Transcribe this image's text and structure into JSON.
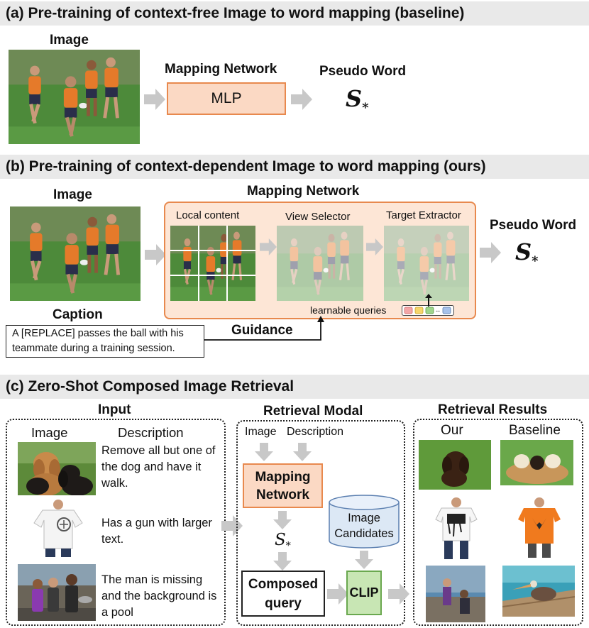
{
  "section_a": {
    "title": "(a) Pre-training of context-free Image to word mapping (baseline)",
    "image_label": "Image",
    "mapping_label": "Mapping Network",
    "mlp_label": "MLP",
    "pseudo_label": "Pseudo Word",
    "pseudo_symbol": "S",
    "pseudo_sub": "*"
  },
  "section_b": {
    "title": "(b) Pre-training of context-dependent Image to word mapping (ours)",
    "image_label": "Image",
    "mapping_label": "Mapping Network",
    "local_label": "Local content",
    "view_label": "View Selector",
    "target_label": "Target Extractor",
    "queries_label": "learnable queries",
    "caption_label": "Caption",
    "caption_text": "A [REPLACE] passes the ball with his teammate during a training session.",
    "guidance_label": "Guidance",
    "pseudo_label": "Pseudo Word",
    "pseudo_symbol": "S",
    "pseudo_sub": "*"
  },
  "section_c": {
    "title": "(c) Zero-Shot Composed Image Retrieval",
    "input_label": "Input",
    "input_image_col": "Image",
    "input_desc_col": "Description",
    "descriptions": [
      "Remove all but one of the dog and have it walk.",
      "Has a gun with larger text.",
      "The man is missing and the background is a pool"
    ],
    "retrieval_label": "Retrieval Modal",
    "rm_image": "Image",
    "rm_desc": "Description",
    "rm_mapping": "Mapping Network",
    "rm_symbol": "S",
    "rm_sub": "*",
    "rm_candidates": "Image Candidates",
    "rm_composed": "Composed query",
    "rm_clip": "CLIP",
    "results_label": "Retrieval Results",
    "results_our": "Our",
    "results_baseline": "Baseline"
  },
  "colors": {
    "banner": "#e9e9e9",
    "mlp_fill": "#fbd9c4",
    "mlp_border": "#e8894e",
    "mapping_fill": "#fde6d6",
    "mapping_border": "#e8894e",
    "clip_fill": "#c8e6b4",
    "clip_border": "#6aa84f",
    "cylinder_fill": "#dce8f5",
    "cylinder_border": "#5b7fb0",
    "arrow": "#c8c8c8"
  }
}
